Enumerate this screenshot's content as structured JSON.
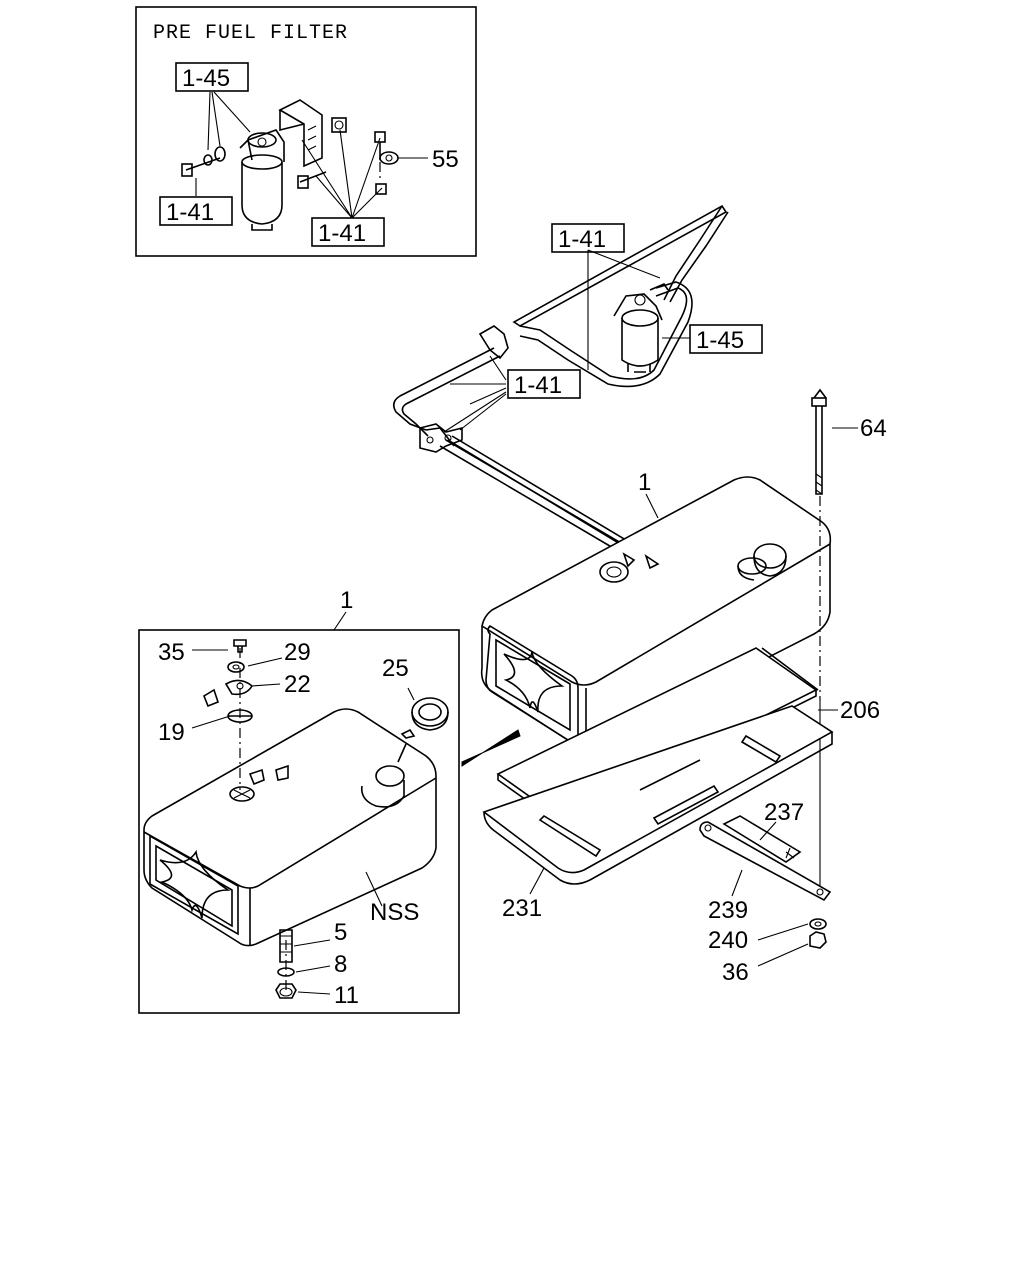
{
  "inset_title": "PRE FUEL FILTER",
  "labels": {
    "ref_1_45_a": "1-45",
    "ref_1_41_a": "1-41",
    "ref_1_41_b": "1-41",
    "part_55": "55",
    "ref_1_41_c": "1-41",
    "ref_1_45_b": "1-45",
    "ref_1_41_d": "1-41",
    "part_64": "64",
    "part_1_main": "1",
    "part_1_inset": "1",
    "part_206": "206",
    "part_237": "237",
    "part_231": "231",
    "part_239": "239",
    "part_240": "240",
    "part_36": "36",
    "part_35": "35",
    "part_29": "29",
    "part_22": "22",
    "part_19": "19",
    "part_25": "25",
    "part_nss": "NSS",
    "part_5": "5",
    "part_8": "8",
    "part_11": "11"
  }
}
